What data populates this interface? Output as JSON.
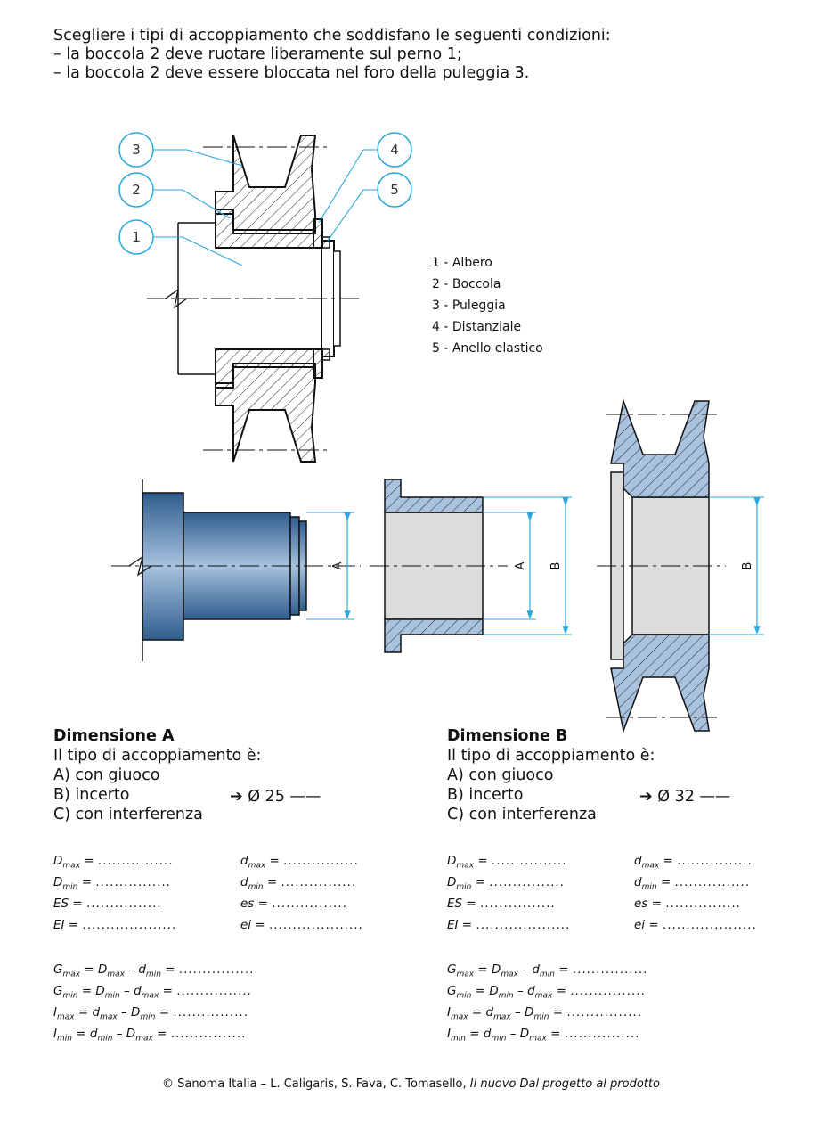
{
  "intro": {
    "line1": "Scegliere i tipi di accoppiamento che soddisfano le seguenti condizioni:",
    "line2": "–  la boccola 2 deve ruotare liberamente sul perno 1;",
    "line3": "–  la boccola 2 deve essere bloccata nel foro della puleggia 3."
  },
  "callouts": [
    "1",
    "2",
    "3",
    "4",
    "5"
  ],
  "legend": [
    "1 - Albero",
    "2 - Boccola",
    "3 - Puleggia",
    "4 - Distanziale",
    "5 - Anello elastico"
  ],
  "dim_labels": {
    "a": "A",
    "b": "B"
  },
  "dimension_a": {
    "title": "Dimensione A",
    "question": "Il tipo di accoppiamento è:",
    "options": [
      "A) con giuoco",
      "B) incerto",
      "C) con interferenza"
    ],
    "fit": "➔  Ø 25 ——"
  },
  "dimension_b": {
    "title": "Dimensione B",
    "question": "Il tipo di accoppiamento è:",
    "options": [
      "A) con giuoco",
      "B) incerto",
      "C) con interferenza"
    ],
    "fit": "➔  Ø 32 ——"
  },
  "formulas": {
    "D_max": "D",
    "D_max_sub": "max",
    "D_min_sub": "min",
    "d": "d",
    "ES": "ES =",
    "EI": "EI =",
    "es": "es =",
    "ei": "ei =",
    "eq": "=",
    "dots_short": "................",
    "dots_long": "....................",
    "G": "G",
    "I": "I",
    "minus": "–"
  },
  "footer": {
    "prefix": "© Sanoma Italia – L. Caligaris, S. Fava, C. Tomasello, ",
    "book": "Il nuovo Dal progetto al prodotto"
  },
  "colors": {
    "callout": "#29a8e0",
    "steel": "#4a78a8",
    "hatch": "#9db8d6"
  }
}
